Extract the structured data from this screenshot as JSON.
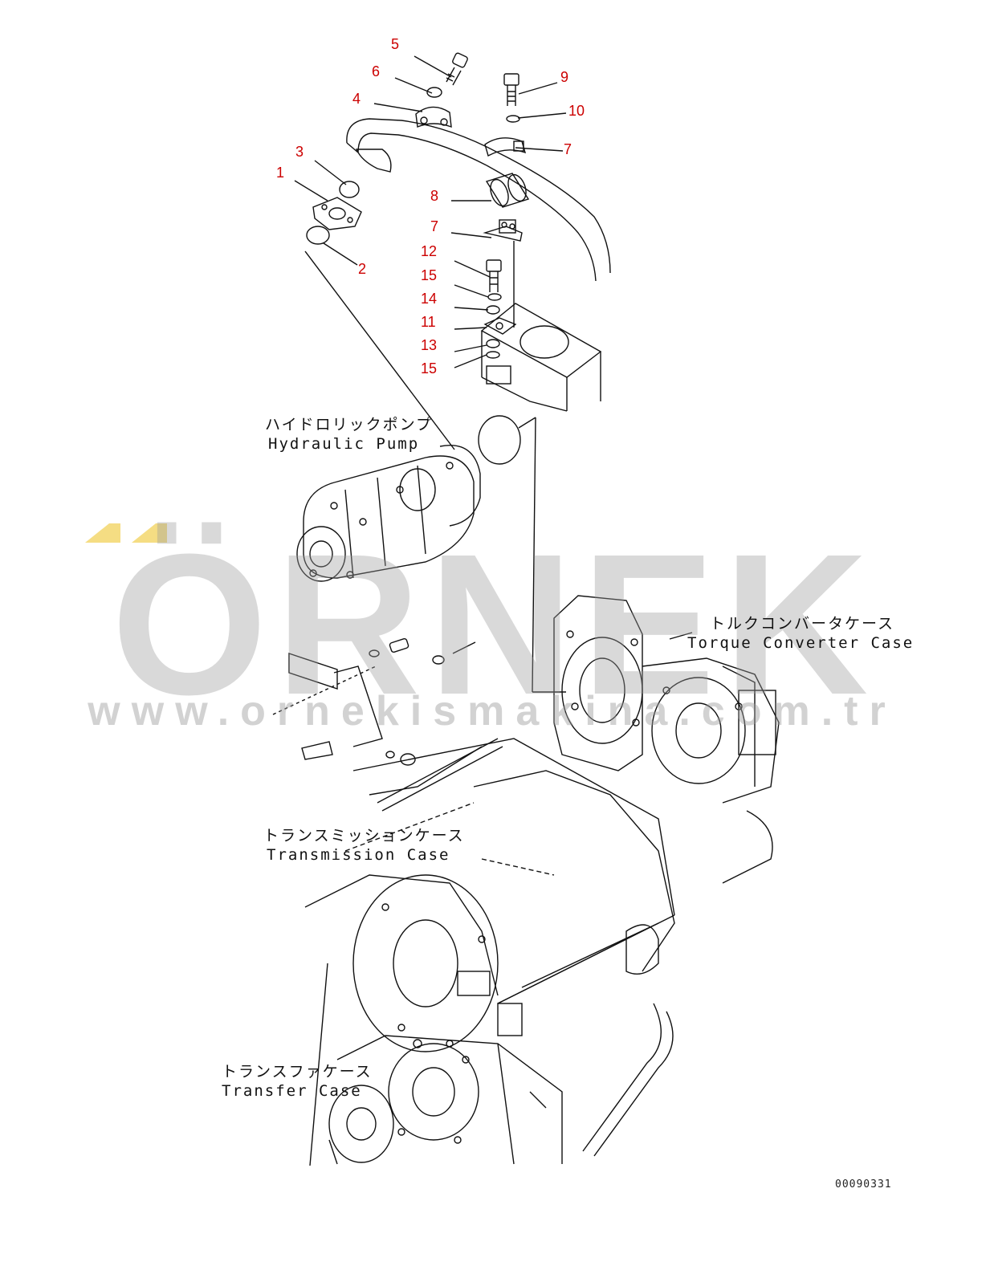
{
  "callouts": {
    "n1": "1",
    "n2": "2",
    "n3": "3",
    "n4": "4",
    "n5": "5",
    "n6": "6",
    "n7a": "7",
    "n7b": "7",
    "n8": "8",
    "n9": "9",
    "n10": "10",
    "n11": "11",
    "n12": "12",
    "n13": "13",
    "n14": "14",
    "n15a": "15",
    "n15b": "15"
  },
  "labels": {
    "hydraulic_pump_jp": "ハイドロリックポンプ",
    "hydraulic_pump_en": "Hydraulic Pump",
    "torque_converter_jp": "トルクコンバータケース",
    "torque_converter_en": "Torque Converter Case",
    "transmission_jp": "トランスミッションケース",
    "transmission_en": "Transmission Case",
    "transfer_jp": "トランスファケース",
    "transfer_en": "Transfer Case"
  },
  "watermark": {
    "brand": "ÖRNEK",
    "url": "www.ornekismakina.com.tr"
  },
  "drawing_code": "00090331",
  "colors": {
    "callout": "#cc0000",
    "line": "#111111",
    "watermark": "#9c9c9c",
    "watermark_accent": "#f2d25a"
  }
}
